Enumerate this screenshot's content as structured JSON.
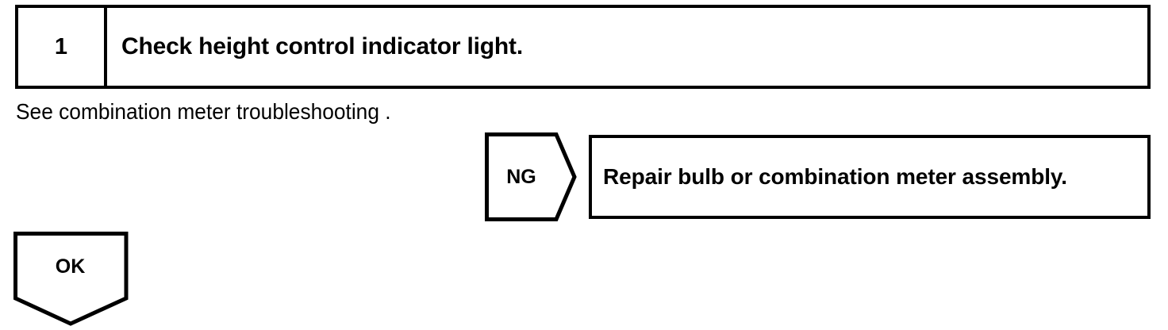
{
  "diagram": {
    "type": "troubleshooting-flowchart",
    "step": {
      "number": "1",
      "instruction": "Check height control indicator light."
    },
    "note": "See combination meter troubleshooting .",
    "branches": {
      "ng": {
        "label": "NG",
        "result": "Repair bulb or combination meter assembly."
      },
      "ok": {
        "label": "OK"
      }
    },
    "colors": {
      "ink": "#000000",
      "paper": "#ffffff"
    }
  }
}
